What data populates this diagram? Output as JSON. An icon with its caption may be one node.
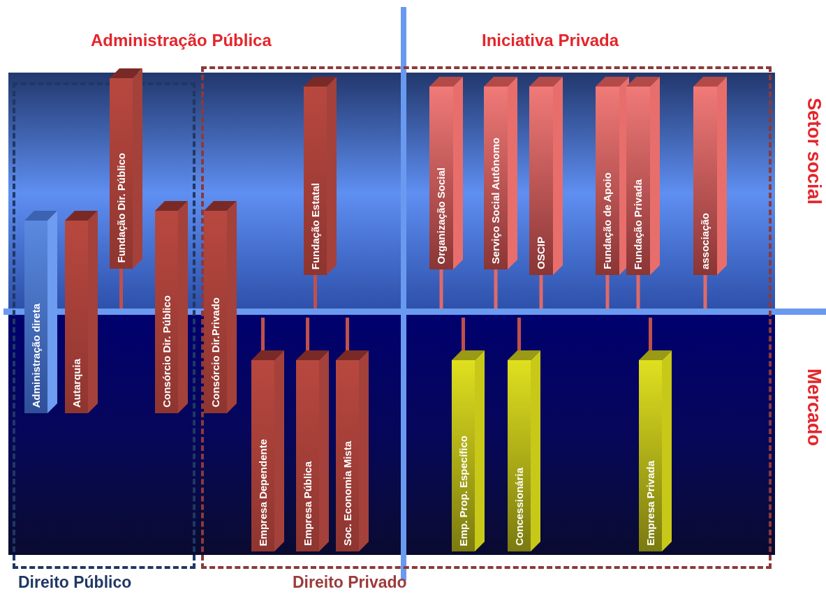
{
  "diagram": {
    "nodes": [
      {
        "text": [
          "Direito Público"
        ]
      },
      {
        "text": [
          "Direito Privado"
        ]
      },
      {
        "text": [
          "Administração direta"
        ],
        "in": 0
      },
      {
        "text": [
          "Autarquia"
        ],
        "in": 0
      },
      {
        "text": [
          "Fundação Dir. Público"
        ],
        "in": 0
      },
      {
        "text": [
          "Consórcio Dir. Público"
        ],
        "in": 0
      },
      {
        "text": [
          "Consórcio Dir.Privado"
        ],
        "in": 1
      },
      {
        "text": [
          "Fundação Estatal"
        ],
        "in": 1
      },
      {
        "text": [
          "Empresa Dependente"
        ],
        "in": 1
      },
      {
        "text": [
          "Empresa Pública"
        ],
        "in": 1
      },
      {
        "text": [
          "Soc. Economia Mista"
        ],
        "in": 1
      },
      {
        "text": [
          "Organização Social"
        ],
        "in": 1
      },
      {
        "text": [
          "Serviço Social Autônomo"
        ],
        "in": 1
      },
      {
        "text": [
          "OSCIP"
        ],
        "in": 1
      },
      {
        "text": [
          "Fundação de Apoio"
        ],
        "in": 1
      },
      {
        "text": [
          "Fundação Privada"
        ],
        "in": 1
      },
      {
        "text": [
          "associação"
        ],
        "in": 1
      },
      {
        "text": [
          "Emp. Prop. Específico"
        ],
        "in": 1
      },
      {
        "text": [
          "Concessionária"
        ],
        "in": 1
      },
      {
        "text": [
          "Empresa Privada"
        ],
        "in": 1
      }
    ],
    "labels": [
      "Administração Pública",
      "Iniciativa Privada",
      "Setor social",
      "Mercado"
    ]
  }
}
